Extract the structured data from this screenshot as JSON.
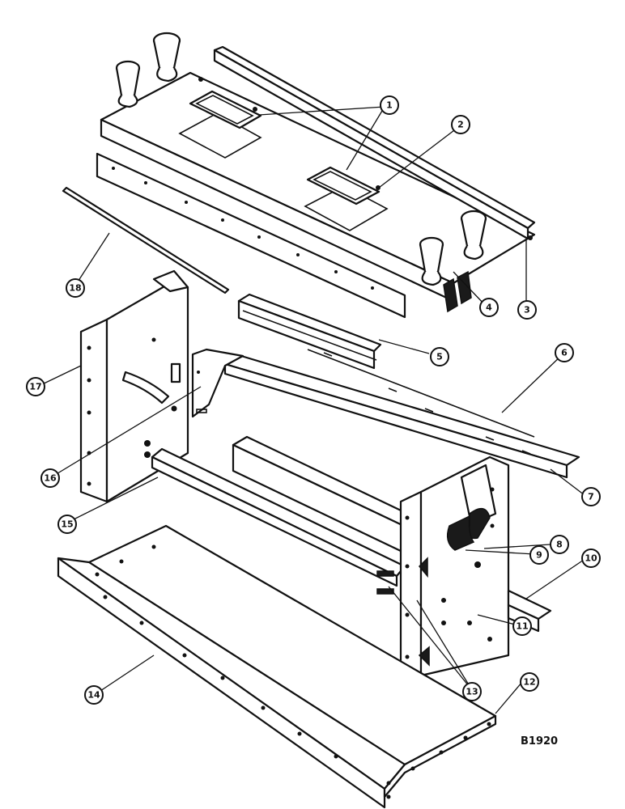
{
  "reference_code": "B1920",
  "callouts": [
    "1",
    "2",
    "3",
    "4",
    "5",
    "6",
    "7",
    "8",
    "9",
    "10",
    "11",
    "12",
    "13",
    "14",
    "15",
    "16",
    "17",
    "18"
  ]
}
